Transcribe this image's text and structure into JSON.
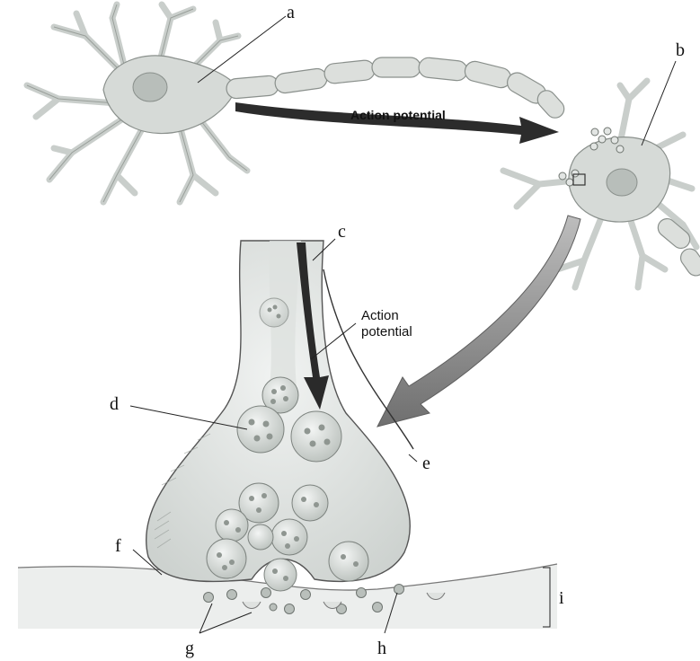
{
  "labels": {
    "a": "a",
    "b": "b",
    "c": "c",
    "d": "d",
    "e": "e",
    "f": "f",
    "g": "g",
    "h": "h",
    "i": "i"
  },
  "annotations": {
    "action_potential_top": "Action potential",
    "action_potential_mid_line1": "Action",
    "action_potential_mid_line2": "potential"
  },
  "colors": {
    "neuron_fill": "#d8dcd9",
    "neuron_stroke": "#7c827e",
    "nucleus": "#b9bfbb",
    "vesicle_fill": "#cfd4d1",
    "vesicle_dot": "#8d948f",
    "arrow_dark": "#2a2a2a",
    "arrow_gray": "#7e7e7e",
    "terminal_fill": "#e4e7e5",
    "membrane": "#b5b9b6"
  }
}
